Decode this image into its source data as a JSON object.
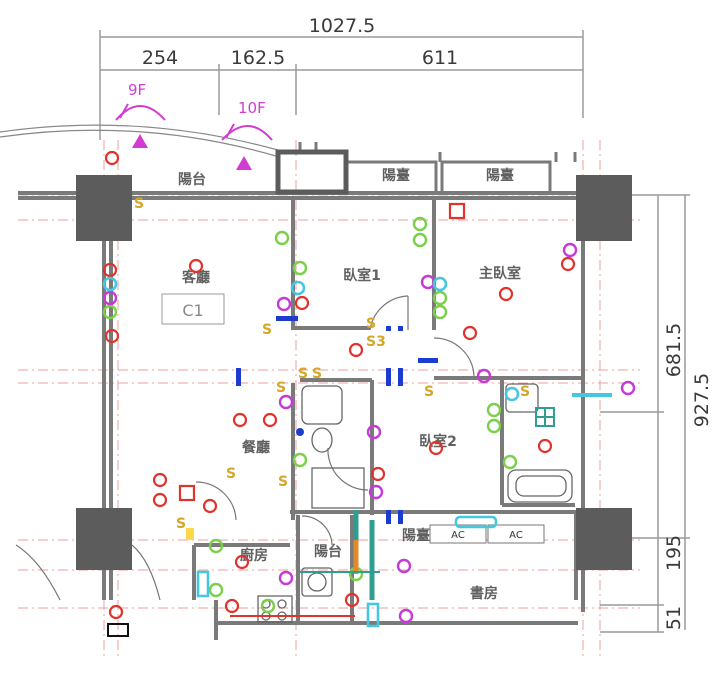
{
  "dimensions": {
    "total_width": "1027.5",
    "seg1": "254",
    "seg2": "162.5",
    "seg3": "611",
    "right_upper": "681.5",
    "right_total": "927.5",
    "right_lower": "195",
    "right_bottom": "51"
  },
  "floors": {
    "f9": "9F",
    "f10": "10F"
  },
  "rooms": {
    "balcony_top": "陽台",
    "bay1": "陽臺",
    "bay2": "陽臺",
    "living": "客廳",
    "bedroom1": "臥室1",
    "master": "主臥室",
    "dining": "餐廳",
    "bedroom2": "臥室2",
    "kitchen": "廚房",
    "balcony_service": "陽台",
    "bay3": "陽臺",
    "study": "書房"
  },
  "tags": {
    "c1": "C1",
    "s": "S",
    "s3": "S3",
    "ac1": "AC",
    "ac2": "AC"
  },
  "colors": {
    "wall": "#7a7a7a",
    "column": "#5c5c5c",
    "grid": "#e8a0a0",
    "dim_line": "#9a9a9a",
    "outlet": "#e0332b",
    "switch": "#7ad04a",
    "magenta": "#c43bd6",
    "cyan": "#46c7e0",
    "blue": "#1c3ccf",
    "yellow": "#d4a62a",
    "teal": "#2f9e90"
  }
}
